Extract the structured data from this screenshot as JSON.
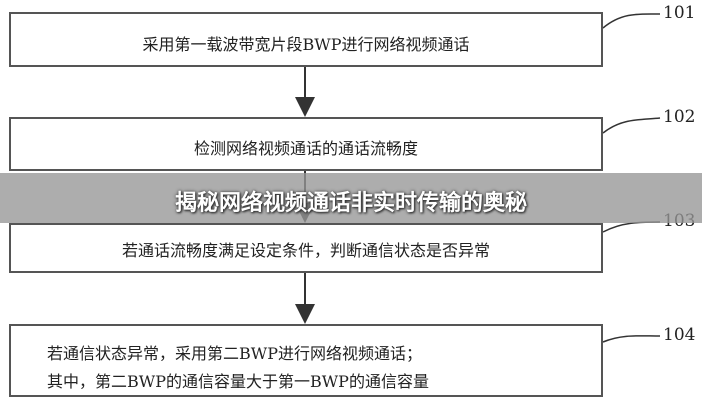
{
  "steps": [
    {
      "ref": "101",
      "text": "采用第一载波带宽片段BWP进行网络视频通话"
    },
    {
      "ref": "102",
      "text": "检测网络视频通话的通话流畅度"
    },
    {
      "ref": "103",
      "text": "若通话流畅度满足设定条件，判断通信状态是否异常"
    },
    {
      "ref": "104",
      "line1": "若通信状态异常，采用第二BWP进行网络视频通话；",
      "line2": "其中，第二BWP的通信容量大于第一BWP的通信容量"
    }
  ],
  "banner": {
    "title": "揭秘网络视频通话非实时传输的奥秘"
  }
}
